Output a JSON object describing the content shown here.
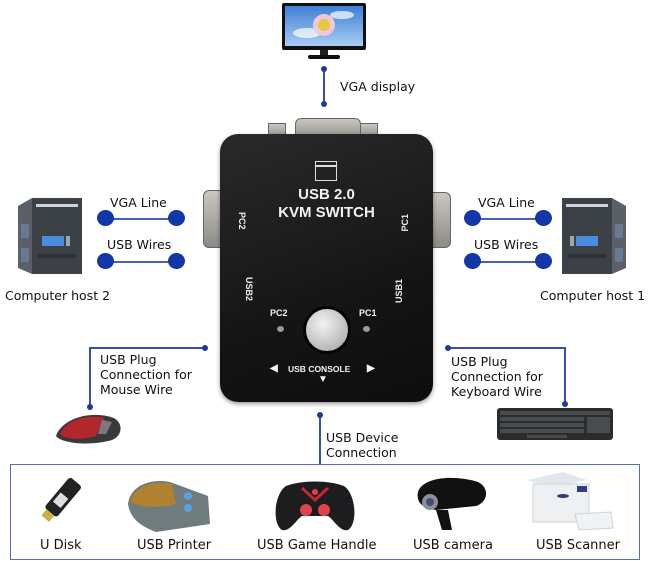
{
  "display": {
    "label": "VGA display",
    "icon": "monitor-icon"
  },
  "kvm": {
    "title_line1": "USB 2.0",
    "title_line2": "KVM SWITCH",
    "port_pc2": "PC2",
    "port_pc1": "PC1",
    "port_usb2": "USB2",
    "port_usb1": "USB1",
    "led_pc2": "PC2",
    "led_pc1": "PC1",
    "console_label": "USB CONSOLE",
    "arrow_left": "◀",
    "arrow_right": "▶",
    "arrow_down": "▼"
  },
  "left_host": {
    "name": "Computer host 2",
    "vga_label": "VGA Line",
    "usb_label": "USB Wires"
  },
  "right_host": {
    "name": "Computer host 1",
    "vga_label": "VGA Line",
    "usb_label": "USB Wires"
  },
  "mouse": {
    "label": "USB Plug\nConnection for\nMouse Wire"
  },
  "keyboard": {
    "label": "USB Plug\nConnection for\nKeyboard Wire"
  },
  "usb_devices": {
    "label": "USB Device\nConnection",
    "items": [
      {
        "name": "U Disk",
        "icon": "usb-flash-drive-icon"
      },
      {
        "name": "USB Printer",
        "icon": "printer-icon"
      },
      {
        "name": "USB Game Handle",
        "icon": "gamepad-icon"
      },
      {
        "name": "USB camera",
        "icon": "webcam-icon"
      },
      {
        "name": "USB Scanner",
        "icon": "scanner-icon"
      }
    ]
  },
  "colors": {
    "connector": "#1237a8",
    "line": "#3b4fa8",
    "kvm_body": "#151516"
  }
}
